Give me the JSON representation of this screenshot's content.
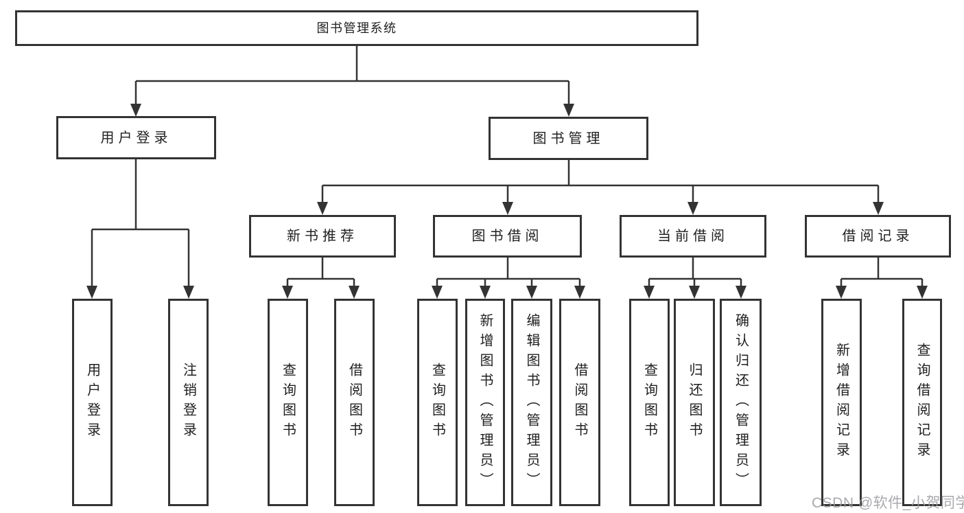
{
  "tree": {
    "label": "图书管理系统",
    "children": [
      {
        "label": "用户登录",
        "children": [
          {
            "label": "用户登录"
          },
          {
            "label": "注销登录"
          }
        ]
      },
      {
        "label": "图书管理",
        "children": [
          {
            "label": "新书推荐",
            "children": [
              {
                "label": "查询图书"
              },
              {
                "label": "借阅图书"
              }
            ]
          },
          {
            "label": "图书借阅",
            "children": [
              {
                "label": "查询图书"
              },
              {
                "label": "新增图书（管理员）"
              },
              {
                "label": "编辑图书（管理员）"
              },
              {
                "label": "借阅图书"
              }
            ]
          },
          {
            "label": "当前借阅",
            "children": [
              {
                "label": "查询图书"
              },
              {
                "label": "归还图书"
              },
              {
                "label": "确认归还（管理员）"
              }
            ]
          },
          {
            "label": "借阅记录",
            "children": [
              {
                "label": "新增借阅记录"
              },
              {
                "label": "查询借阅记录"
              }
            ]
          }
        ]
      }
    ]
  },
  "watermark": {
    "text": "CSDN @软件_小贺同学"
  },
  "colors": {
    "line": "#333333",
    "box_border": "#333333",
    "box_fill": "#ffffff",
    "text": "#1f1f1f",
    "watermark": "#9b9ba0",
    "background": "#ffffff"
  }
}
